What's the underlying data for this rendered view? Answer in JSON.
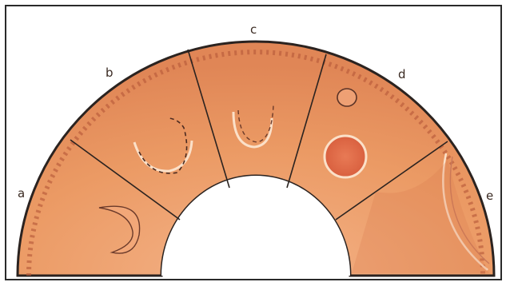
{
  "diagram": {
    "segment_labels": [
      "a",
      "b",
      "c",
      "d",
      "e"
    ],
    "colors": {
      "tissue": "#eb9a64",
      "tissue_dark": "#d9774a",
      "outline": "#2b2320",
      "cyst_fill": "#e06e4e",
      "highlight": "#fbe0c8"
    }
  }
}
